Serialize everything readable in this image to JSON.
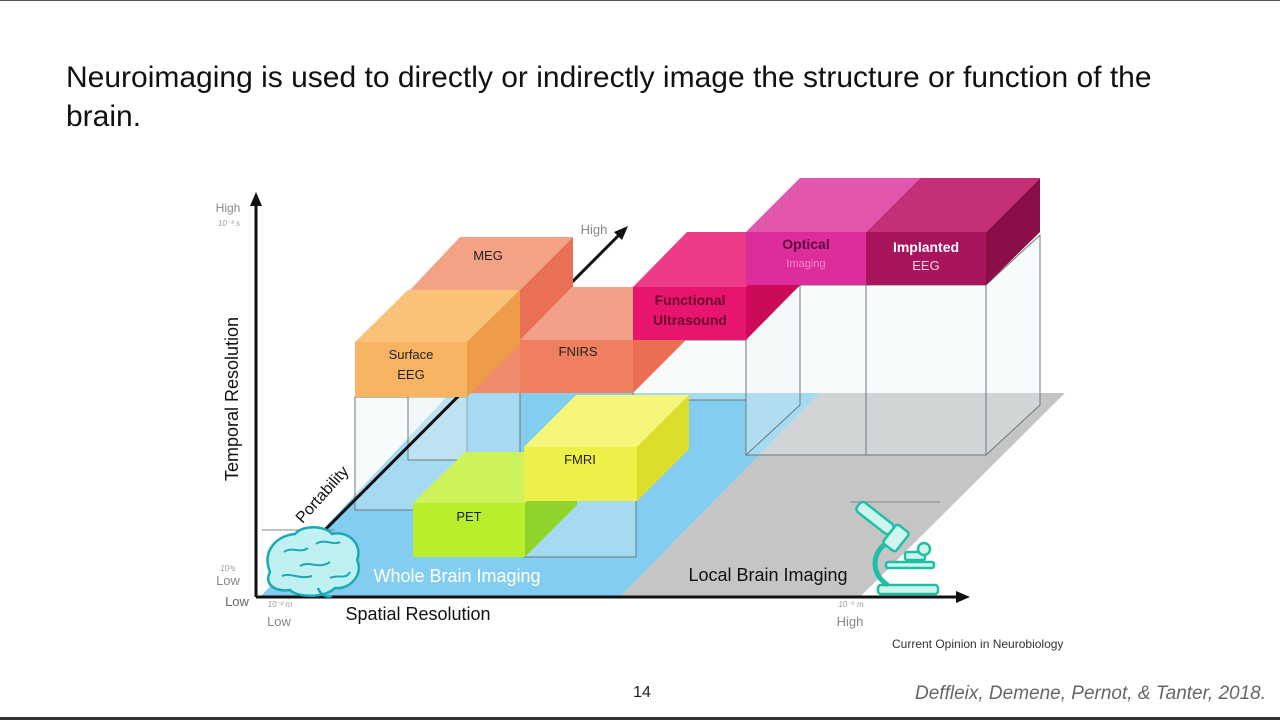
{
  "slide": {
    "title": "Neuroimaging is used to directly or indirectly image the structure or function of the brain.",
    "page_number": "14",
    "citation": "Deffleix, Demene, Pernot, & Tanter, 2018.",
    "journal": "Current Opinion in Neurobiology"
  },
  "diagram": {
    "y_axis": {
      "label": "Temporal Resolution",
      "high": "High",
      "high_unit": "10⁻³ s",
      "low": "Low",
      "low_unit": "10³s"
    },
    "x_axis": {
      "label": "Spatial Resolution",
      "low": "Low",
      "low_unit": "10⁻² m",
      "high": "High",
      "high_unit": "10⁻⁵ m"
    },
    "corner_low": "Low",
    "depth_axis": {
      "label": "Portability",
      "high": "High"
    },
    "regions": {
      "whole": "Whole Brain Imaging",
      "local": "Local Brain Imaging"
    },
    "blocks": {
      "meg": {
        "label": "MEG",
        "color": "#f0896a"
      },
      "surface_eeg": {
        "line1": "Surface",
        "line2": "EEG",
        "color": "#f7b463"
      },
      "fnirs": {
        "label": "FNIRS",
        "color": "#ef7f5f"
      },
      "functional_us": {
        "line1": "Functional",
        "line2": "Ultrasound",
        "color": "#e8156f"
      },
      "optical": {
        "line1": "Optical",
        "line2": "Imaging",
        "color": "#e23ca0"
      },
      "implanted_eeg": {
        "line1": "Implanted",
        "line2": "EEG",
        "color": "#b11a62"
      },
      "fmri": {
        "label": "FMRI",
        "color": "#eef04a"
      },
      "pet": {
        "label": "PET",
        "color": "#b8ee2a"
      }
    },
    "icons": [
      "brain-icon",
      "microscope-icon"
    ]
  }
}
